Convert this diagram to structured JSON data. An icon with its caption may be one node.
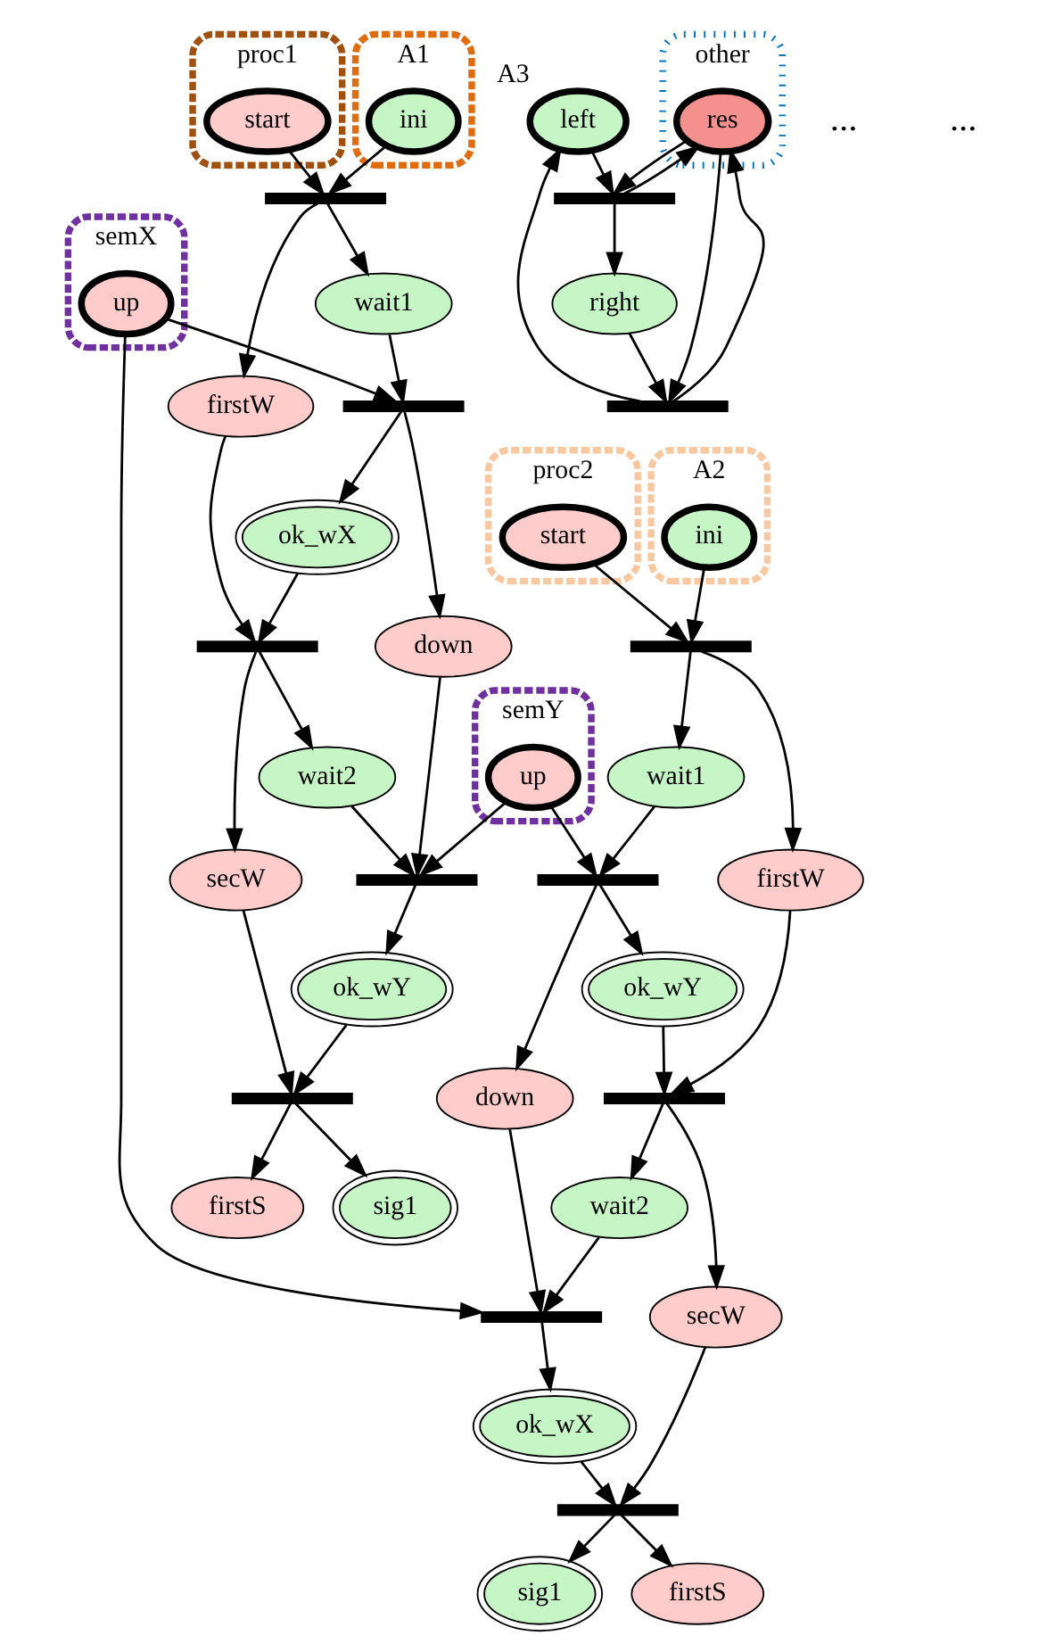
{
  "diagram": {
    "nodes": [
      {
        "text": [
          "proc1"
        ]
      },
      {
        "text": [
          "start"
        ],
        "in": 0
      },
      {
        "text": [
          "A1"
        ]
      },
      {
        "text": [
          "ini"
        ],
        "in": 2
      },
      {
        "text": [
          "A2"
        ]
      },
      {
        "text": [
          "ini"
        ],
        "in": 4
      },
      {
        "text": [
          "proc2"
        ]
      },
      {
        "text": [
          "start"
        ],
        "in": 6
      },
      {
        "text": [],
        "shape": "bar"
      },
      {
        "text": [],
        "shape": "bar"
      },
      {
        "text": [
          "wait1"
        ]
      },
      {
        "text": [
          "firstW"
        ]
      },
      {
        "text": [
          "wait1"
        ]
      },
      {
        "text": [
          "firstW"
        ]
      },
      {
        "text": [
          "semX"
        ]
      },
      {
        "text": [
          "up"
        ],
        "in": 14
      },
      {
        "text": [
          "semY"
        ]
      },
      {
        "text": [
          "up"
        ],
        "in": 16
      },
      {
        "text": [],
        "shape": "bar"
      },
      {
        "text": [],
        "shape": "bar"
      },
      {
        "text": [
          "ok_wX"
        ]
      },
      {
        "text": [
          "down"
        ]
      },
      {
        "text": [
          "down"
        ]
      },
      {
        "text": [
          "ok_wY"
        ]
      },
      {
        "text": [],
        "shape": "bar"
      },
      {
        "text": [],
        "shape": "bar"
      },
      {
        "text": [],
        "shape": "bar"
      },
      {
        "text": [],
        "shape": "bar"
      },
      {
        "text": [
          "wait2"
        ]
      },
      {
        "text": [
          "wait2"
        ]
      },
      {
        "text": [
          "secW"
        ]
      },
      {
        "text": [
          "ok_wY"
        ]
      },
      {
        "text": [
          "ok_wX"
        ]
      },
      {
        "text": [
          "secW"
        ]
      },
      {
        "text": [],
        "shape": "bar"
      },
      {
        "text": [],
        "shape": "bar"
      },
      {
        "text": [
          "firstS"
        ]
      },
      {
        "text": [
          "sig1"
        ]
      },
      {
        "text": [
          "sig1"
        ]
      },
      {
        "text": [
          "firstS"
        ]
      },
      {
        "text": [
          "left"
        ],
        "beside": [
          "A3"
        ]
      },
      {
        "text": [
          "other"
        ]
      },
      {
        "text": [
          "res"
        ],
        "in": 41
      },
      {
        "text": [
          "right"
        ]
      },
      {
        "text": [],
        "shape": "bar"
      },
      {
        "text": [],
        "shape": "bar"
      }
    ],
    "edges": [
      {
        "from": 1,
        "to": 8,
        "arrow": "to"
      },
      {
        "from": 3,
        "to": 8,
        "arrow": "to"
      },
      {
        "from": 8,
        "to": 11,
        "arrow": "to"
      },
      {
        "from": 8,
        "to": 10,
        "arrow": "to"
      },
      {
        "from": 5,
        "to": 9,
        "arrow": "to"
      },
      {
        "from": 7,
        "to": 9,
        "arrow": "to"
      },
      {
        "from": 9,
        "to": 12,
        "arrow": "to"
      },
      {
        "from": 9,
        "to": 13,
        "arrow": "to"
      },
      {
        "from": 10,
        "to": 18,
        "arrow": "to"
      },
      {
        "from": 15,
        "to": 18,
        "arrow": "to"
      },
      {
        "from": 18,
        "to": 20,
        "arrow": "to"
      },
      {
        "from": 18,
        "to": 21,
        "arrow": "to"
      },
      {
        "from": 12,
        "to": 19,
        "arrow": "to"
      },
      {
        "from": 17,
        "to": 19,
        "arrow": "to"
      },
      {
        "from": 19,
        "to": 22,
        "arrow": "to"
      },
      {
        "from": 19,
        "to": 23,
        "arrow": "to"
      },
      {
        "from": 11,
        "to": 24,
        "arrow": "to"
      },
      {
        "from": 20,
        "to": 24,
        "arrow": "to"
      },
      {
        "from": 24,
        "to": 30,
        "arrow": "to"
      },
      {
        "from": 24,
        "to": 28,
        "arrow": "to"
      },
      {
        "from": 21,
        "to": 25,
        "arrow": "to"
      },
      {
        "from": 17,
        "to": 25,
        "arrow": "to"
      },
      {
        "from": 28,
        "to": 25,
        "arrow": "to"
      },
      {
        "from": 25,
        "to": 31,
        "arrow": "to"
      },
      {
        "from": 22,
        "to": 26,
        "arrow": "to"
      },
      {
        "from": 15,
        "to": 26,
        "arrow": "to"
      },
      {
        "from": 29,
        "to": 26,
        "arrow": "to"
      },
      {
        "from": 26,
        "to": 32,
        "arrow": "to"
      },
      {
        "from": 23,
        "to": 27,
        "arrow": "to"
      },
      {
        "from": 13,
        "to": 27,
        "arrow": "to"
      },
      {
        "from": 27,
        "to": 29,
        "arrow": "to"
      },
      {
        "from": 27,
        "to": 33,
        "arrow": "to"
      },
      {
        "from": 30,
        "to": 34,
        "arrow": "to"
      },
      {
        "from": 31,
        "to": 34,
        "arrow": "to"
      },
      {
        "from": 34,
        "to": 36,
        "arrow": "to"
      },
      {
        "from": 34,
        "to": 37,
        "arrow": "to"
      },
      {
        "from": 32,
        "to": 35,
        "arrow": "to"
      },
      {
        "from": 33,
        "to": 35,
        "arrow": "to"
      },
      {
        "from": 35,
        "to": 38,
        "arrow": "to"
      },
      {
        "from": 35,
        "to": 39,
        "arrow": "to"
      },
      {
        "from": 40,
        "to": 44,
        "arrow": "to"
      },
      {
        "from": 42,
        "to": 44,
        "arrow": "to"
      },
      {
        "from": 44,
        "to": 42,
        "arrow": "to"
      },
      {
        "from": 44,
        "to": 43,
        "arrow": "to"
      },
      {
        "from": 43,
        "to": 45,
        "arrow": "to"
      },
      {
        "from": 42,
        "to": 45,
        "arrow": "to"
      },
      {
        "from": 45,
        "to": 42,
        "arrow": "to"
      },
      {
        "from": 45,
        "to": 40,
        "arrow": "to"
      }
    ],
    "labels": [
      "...",
      "..."
    ]
  }
}
